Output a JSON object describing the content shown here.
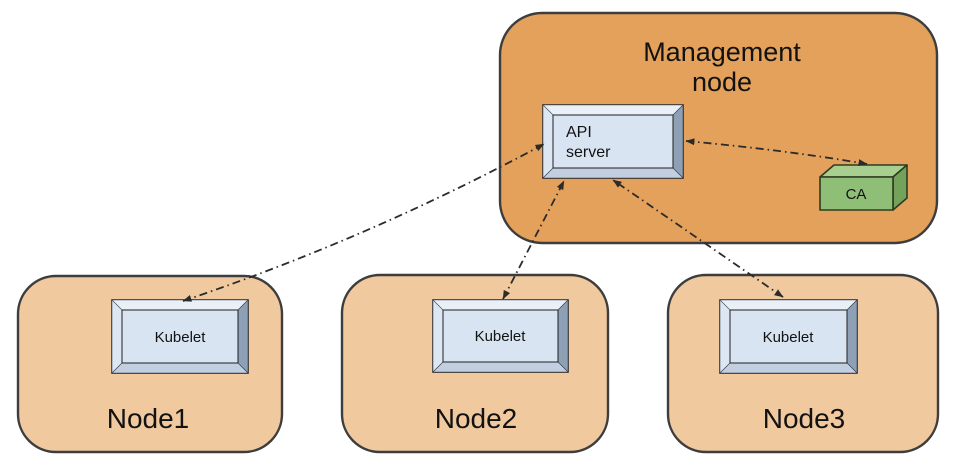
{
  "colors": {
    "management_fill": "#e3a15b",
    "node_fill": "#f0c99e",
    "box_face": "#d9e4f2",
    "ca_front": "#8fbe77",
    "ca_top": "#a8cf8f",
    "ca_side": "#73a35a",
    "outline": "#3d3d3d",
    "connector": "#2b2b2b"
  },
  "management_node": {
    "title_line1": "Management",
    "title_line2": "node",
    "api_server": {
      "line1": "API",
      "line2": "server"
    },
    "ca_label": "CA"
  },
  "nodes": [
    {
      "label": "Node1",
      "component": "Kubelet"
    },
    {
      "label": "Node2",
      "component": "Kubelet"
    },
    {
      "label": "Node3",
      "component": "Kubelet"
    }
  ],
  "connectors": [
    {
      "from": "Kubelet (Node1)",
      "to": "API server",
      "style": "dash-dot",
      "bidirectional": true
    },
    {
      "from": "Kubelet (Node2)",
      "to": "API server",
      "style": "dash-dot",
      "bidirectional": true
    },
    {
      "from": "Kubelet (Node3)",
      "to": "API server",
      "style": "dash-dot",
      "bidirectional": true
    },
    {
      "from": "API server",
      "to": "CA",
      "style": "dash-dot",
      "bidirectional": true
    }
  ]
}
